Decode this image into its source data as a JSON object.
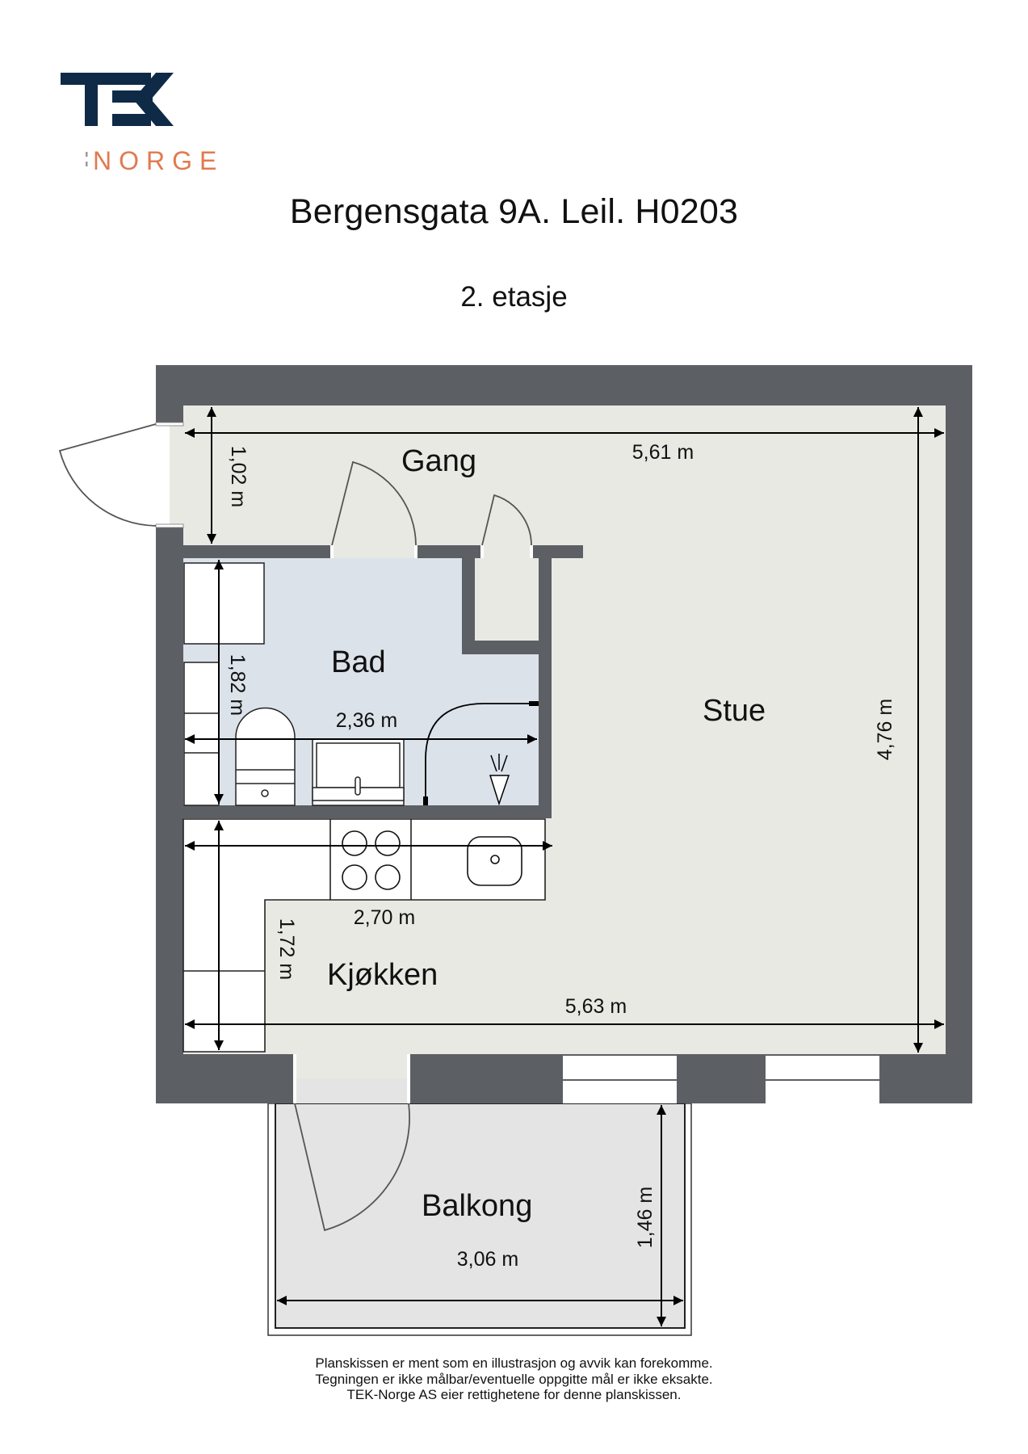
{
  "brand": {
    "logo_main": "TEK",
    "logo_sub": "NORGE",
    "colors": {
      "navy": "#0f2a47",
      "orange": "#e07a4f",
      "gray": "#9a9a9a"
    }
  },
  "header": {
    "title": "Bergensgata 9A. Leil. H0203",
    "floor": "2. etasje"
  },
  "rooms": {
    "gang": "Gang",
    "bad": "Bad",
    "stue": "Stue",
    "kjokken": "Kjøkken",
    "balkong": "Balkong"
  },
  "dimensions": {
    "gang_width": "5,61 m",
    "gang_depth": "1,02 m",
    "bad_height": "1,82 m",
    "bad_width": "2,36 m",
    "stue_height": "4,76 m",
    "kjokken_counter": "2,70 m",
    "kjokken_height": "1,72 m",
    "kjokken_width": "5,63 m",
    "balkong_width": "3,06 m",
    "balkong_depth": "1,46 m"
  },
  "colors": {
    "wall": "#5c5f64",
    "floor": "#e9e9e3",
    "bath_floor": "#dce2ea",
    "balcony_floor": "#e4e4e4",
    "fixture": "#ffffff"
  },
  "footer": {
    "line1": "Planskissen er ment som en illustrasjon og avvik kan forekomme.",
    "line2": "Tegningen er ikke målbar/eventuelle oppgitte mål er ikke eksakte.",
    "line3": "TEK-Norge AS eier rettighetene for denne planskissen."
  }
}
